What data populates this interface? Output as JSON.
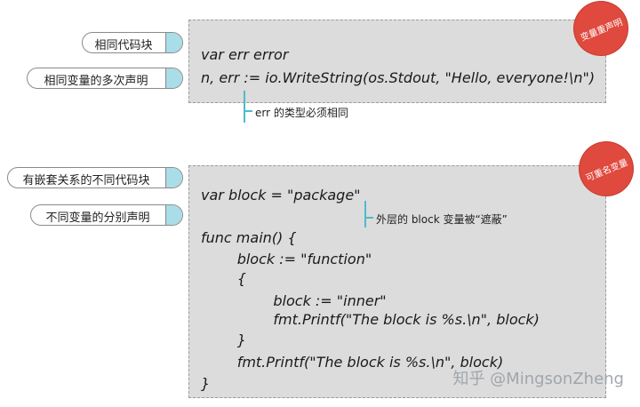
{
  "top": {
    "labels": [
      "相同代码块",
      "相同变量的多次声明"
    ],
    "badge": "变量重声明",
    "code": [
      "var err error",
      "n, err := io.WriteString(os.Stdout, \"Hello, everyone!\\n\")"
    ],
    "note": "err 的类型必须相同"
  },
  "bottom": {
    "labels": [
      "有嵌套关系的不同代码块",
      "不同变量的分别声明"
    ],
    "badge": "可重名变量",
    "code": [
      "var block = \"package\"",
      "func main() {",
      "        block := \"function\"",
      "        {",
      "                block := \"inner\"",
      "                fmt.Printf(\"The block is %s.\\n\", block)",
      "        }",
      "        fmt.Printf(\"The block is %s.\\n\", block)",
      "}"
    ],
    "note": "外层的 block 变量被“遮蔽”"
  },
  "watermark": "知乎 @MingsonZheng",
  "colors": {
    "box": "#dcdcdc",
    "accent": "#a9dde8",
    "badge": "#e0493d",
    "line": "#4fb9cf"
  }
}
